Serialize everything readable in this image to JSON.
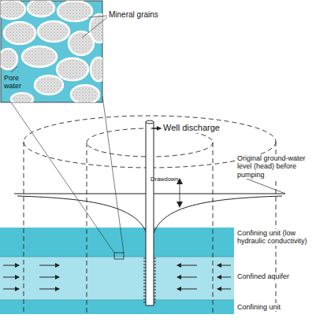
{
  "diagram": {
    "labels": [
      "Mineral grains",
      "Pore water",
      "Well discharge",
      "Original ground-water level (head) before pumping",
      "Drawdown",
      "Confining unit (low hydraulic conductivity)",
      "Confined aquifer",
      "Confining unit"
    ]
  }
}
